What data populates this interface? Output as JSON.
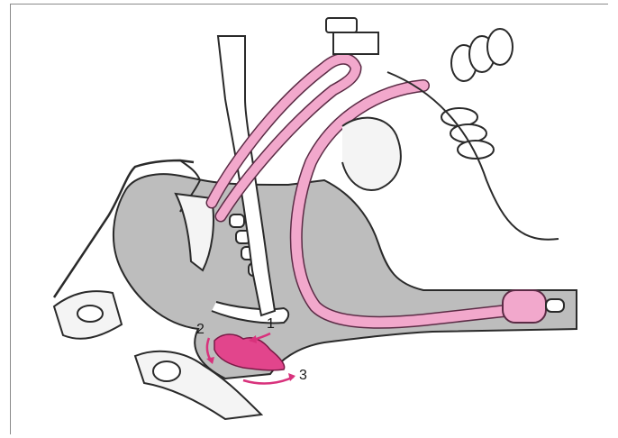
{
  "figure": {
    "labels": [
      {
        "id": "1",
        "text": "1"
      },
      {
        "id": "2",
        "text": "2"
      },
      {
        "id": "3",
        "text": "3"
      }
    ]
  },
  "colors": {
    "tube": "#f2a8cc",
    "tube_stroke": "#5b2b45",
    "tissue_gray": "#bdbdbd",
    "tumor_magenta": "#e2458c",
    "arrow_magenta": "#d8327c",
    "bone_fill": "#f4f4f4",
    "outline": "#2a2a2a"
  }
}
